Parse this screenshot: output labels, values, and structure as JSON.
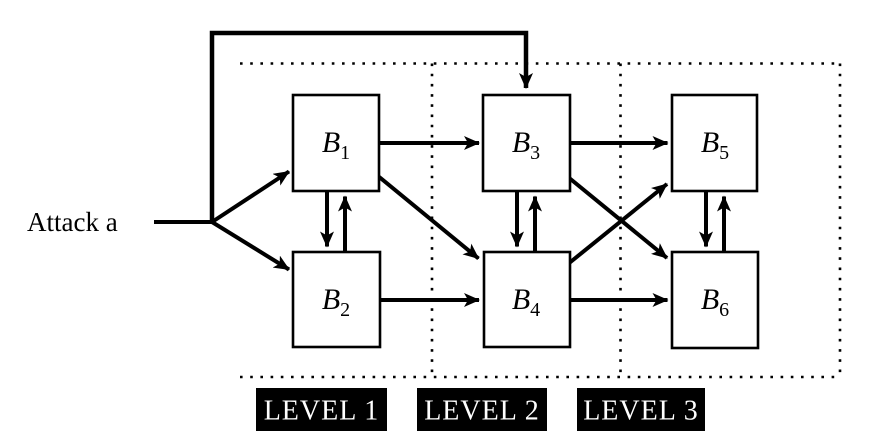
{
  "diagram": {
    "attack": {
      "label": "Attack a"
    },
    "nodes": [
      {
        "id": "B1",
        "base": "B",
        "sub": "1",
        "level": 1
      },
      {
        "id": "B2",
        "base": "B",
        "sub": "2",
        "level": 1
      },
      {
        "id": "B3",
        "base": "B",
        "sub": "3",
        "level": 2
      },
      {
        "id": "B4",
        "base": "B",
        "sub": "4",
        "level": 2
      },
      {
        "id": "B5",
        "base": "B",
        "sub": "5",
        "level": 3
      },
      {
        "id": "B6",
        "base": "B",
        "sub": "6",
        "level": 3
      }
    ],
    "levels": [
      {
        "label": "LEVEL 1"
      },
      {
        "label": "LEVEL 2"
      },
      {
        "label": "LEVEL 3"
      }
    ],
    "edges": [
      {
        "from": "attack",
        "to": "B1"
      },
      {
        "from": "attack",
        "to": "B2"
      },
      {
        "from": "attack",
        "to": "B3",
        "route": "over-the-top"
      },
      {
        "from": "B1",
        "to": "B3"
      },
      {
        "from": "B1",
        "to": "B4"
      },
      {
        "from": "B1",
        "to": "B2"
      },
      {
        "from": "B2",
        "to": "B1"
      },
      {
        "from": "B2",
        "to": "B4"
      },
      {
        "from": "B3",
        "to": "B5"
      },
      {
        "from": "B3",
        "to": "B6"
      },
      {
        "from": "B3",
        "to": "B4"
      },
      {
        "from": "B4",
        "to": "B3"
      },
      {
        "from": "B4",
        "to": "B5"
      },
      {
        "from": "B4",
        "to": "B6"
      },
      {
        "from": "B5",
        "to": "B6"
      },
      {
        "from": "B6",
        "to": "B5"
      }
    ],
    "colors": {
      "line": "#000000",
      "node_fill": "#ffffff",
      "badge_bg": "#000000",
      "badge_text": "#ffffff"
    }
  }
}
